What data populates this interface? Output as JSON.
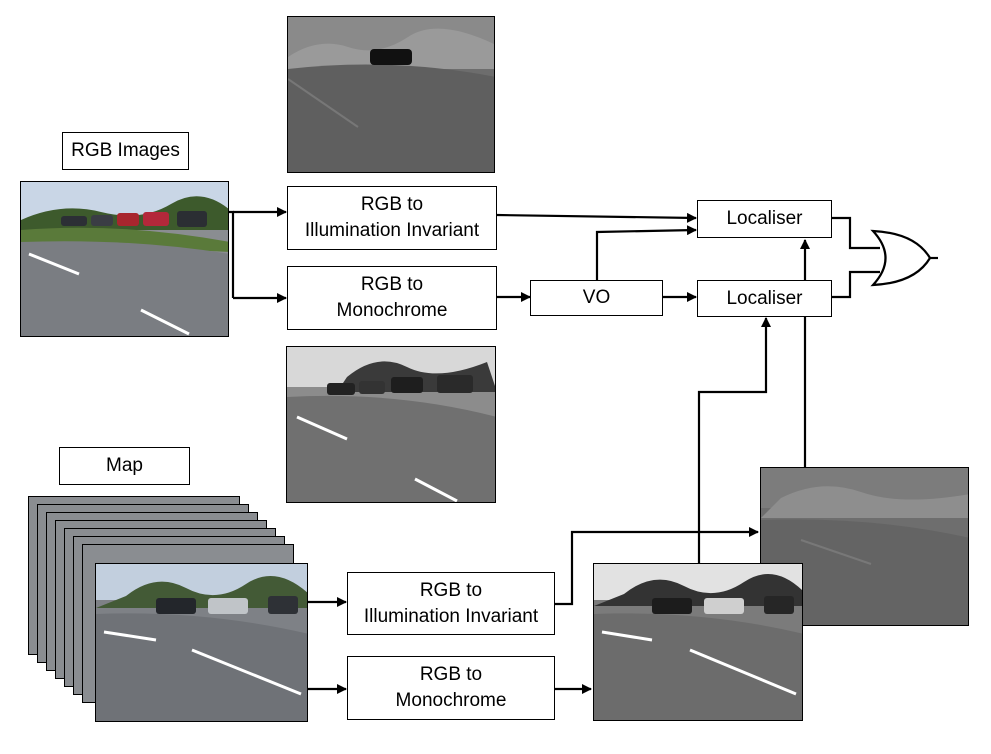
{
  "labels": {
    "rgb_images": "RGB Images",
    "map": "Map"
  },
  "blocks": {
    "rgb_to_ii_top": "RGB to\nIllumination Invariant",
    "rgb_to_mono_top": "RGB to\nMonochrome",
    "vo": "VO",
    "localiser_top": "Localiser",
    "localiser_bottom": "Localiser",
    "rgb_to_ii_bottom": "RGB to\nIllumination Invariant",
    "rgb_to_mono_bottom": "RGB to\nMonochrome"
  },
  "gate": "or-gate",
  "colors": {
    "sky": "#c9d6e6",
    "road": "#7a7d82",
    "grass": "#5a7a3a",
    "invariant": "#6e6e6e"
  }
}
